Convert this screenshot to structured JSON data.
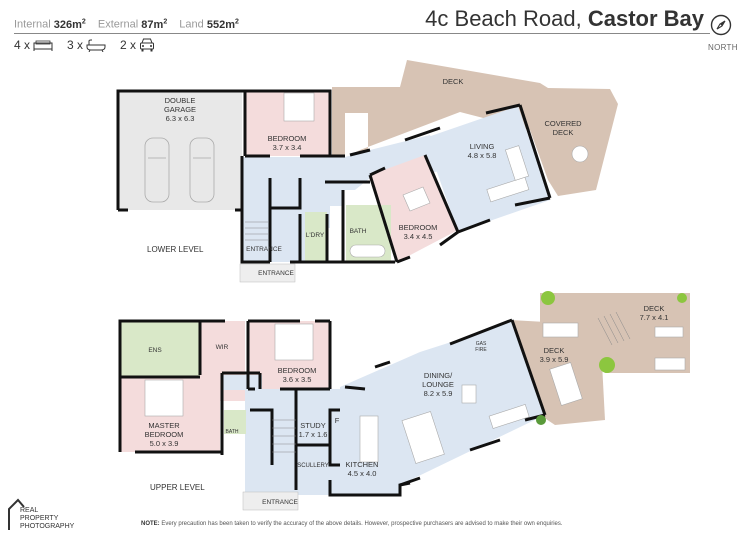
{
  "header": {
    "stats": [
      {
        "label": "Internal",
        "value": "326m",
        "unit_sup": "2"
      },
      {
        "label": "External",
        "value": "87m",
        "unit_sup": "2"
      },
      {
        "label": "Land",
        "value": "552m",
        "unit_sup": "2"
      }
    ],
    "features": [
      {
        "count": "4 x",
        "icon": "bed-icon"
      },
      {
        "count": "3 x",
        "icon": "bath-icon"
      },
      {
        "count": "2 x",
        "icon": "car-icon"
      }
    ],
    "address_street": "4c Beach Road,",
    "address_suburb": "Castor Bay",
    "compass_label": "NORTH"
  },
  "colors": {
    "wall": "#111111",
    "garage": "#e8e8e8",
    "bedroom": "#f4dcdc",
    "living": "#dce6f2",
    "wet": "#d9e8c8",
    "deck": "#d7c3b4",
    "plant": "#8cc63f"
  },
  "lower_level": {
    "label": "LOWER LEVEL",
    "rooms": [
      {
        "name": "DOUBLE",
        "name2": "GARAGE",
        "size": "6.3 x 6.3"
      },
      {
        "name": "BEDROOM",
        "size": "3.7 x 3.4"
      },
      {
        "name": "DECK"
      },
      {
        "name": "COVERED",
        "name2": "DECK"
      },
      {
        "name": "LIVING",
        "size": "4.8 x 5.8"
      },
      {
        "name": "BEDROOM",
        "size": "3.4 x 4.5"
      },
      {
        "name": "BATH"
      },
      {
        "name": "L'DRY"
      },
      {
        "name": "ENTRANCE"
      },
      {
        "name": "ENTRANCE"
      }
    ]
  },
  "upper_level": {
    "label": "UPPER LEVEL",
    "rooms": [
      {
        "name": "ENS"
      },
      {
        "name": "WIR"
      },
      {
        "name": "BEDROOM",
        "size": "3.6 x 3.5"
      },
      {
        "name": "MASTER",
        "name2": "BEDROOM",
        "size": "5.0 x 3.9"
      },
      {
        "name": "BATH"
      },
      {
        "name": "STUDY",
        "size": "1.7 x 1.6"
      },
      {
        "name": "F"
      },
      {
        "name": "SCULLERY"
      },
      {
        "name": "KITCHEN",
        "size": "4.5 x 4.0"
      },
      {
        "name": "DINING/",
        "name2": "LOUNGE",
        "size": "8.2 x 5.9"
      },
      {
        "name": "GAS",
        "name2": "FIRE"
      },
      {
        "name": "DECK",
        "size": "3.9 x 5.9"
      },
      {
        "name": "DECK",
        "size": "7.7 x 4.1"
      },
      {
        "name": "ENTRANCE"
      }
    ]
  },
  "footer": {
    "logo_line1": "REAL",
    "logo_line2": "PROPERTY",
    "logo_line3": "PHOTOGRAPHY",
    "note_label": "NOTE:",
    "note_text": "Every precaution has been taken to verify the accuracy of the above details. However, prospective purchasers are advised to make their own enquiries."
  }
}
